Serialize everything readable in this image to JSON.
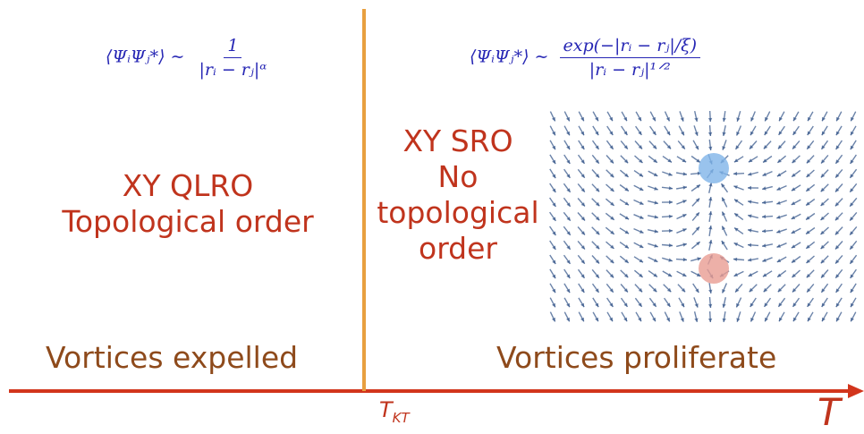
{
  "left_regime": {
    "correlation_lhs": "⟨ΨᵢΨⱼ*⟩ ∼",
    "correlation_num": "1",
    "correlation_den": "|rᵢ − rⱼ|ᵅ",
    "order_line1": "XY QLRO",
    "order_line2": "Topological order",
    "vortex_status": "Vortices expelled"
  },
  "right_regime": {
    "correlation_lhs": "⟨ΨᵢΨⱼ*⟩ ∼",
    "correlation_num": "exp(−|rᵢ − rⱼ|/ξ)",
    "correlation_den": "|rᵢ − rⱼ|¹ᐟ²",
    "order_line1": "XY SRO",
    "order_line2": "No",
    "order_line3": "topological",
    "order_line4": "order",
    "vortex_status": "Vortices proliferate"
  },
  "transition_label": "T",
  "transition_subscript": "KT",
  "axis_label": "T",
  "colors": {
    "axis": "#d2351c",
    "transition_line": "#e8a040",
    "order_text": "#c0341d",
    "vortex_text": "#8e4a1b",
    "formula_text": "#2626b4",
    "vortex_positive": "#7fb4e8",
    "vortex_negative": "#e89c92",
    "arrow_field": "#3a5a8c"
  }
}
